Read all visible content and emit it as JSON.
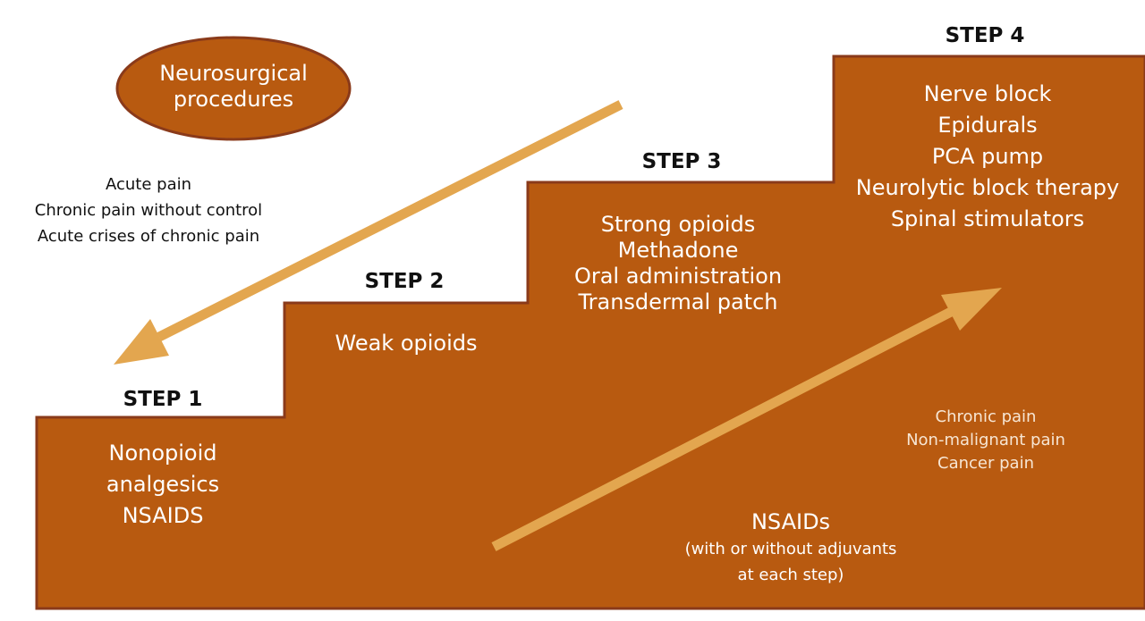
{
  "colors": {
    "stair_fill": "#b85a10",
    "stair_border": "#8a3a1a",
    "arrow": "#e3a64f"
  },
  "surgery": {
    "label_line1": "Neurosurgical",
    "label_line2": "procedures"
  },
  "left_notes": [
    "Acute pain",
    "Chronic pain without control",
    "Acute crises of chronic pain"
  ],
  "steps": [
    {
      "label": "STEP 1",
      "items": [
        "Nonopioid",
        "analgesics",
        "NSAIDS"
      ]
    },
    {
      "label": "STEP 2",
      "items": [
        "Weak opioids"
      ]
    },
    {
      "label": "STEP 3",
      "items": [
        "Strong opioids",
        "Methadone",
        "Oral administration",
        "Transdermal patch"
      ]
    },
    {
      "label": "STEP 4",
      "items": [
        "Nerve block",
        "Epidurals",
        "PCA pump",
        "Neurolytic block therapy",
        "Spinal stimulators"
      ]
    }
  ],
  "right_notes": [
    "Chronic pain",
    "Non-malignant pain",
    "Cancer pain"
  ],
  "nsaids": {
    "title": "NSAIDs",
    "sub_line1": "(with or without adjuvants",
    "sub_line2": "at each step)"
  },
  "arrows": [
    {
      "name": "descending-arrow",
      "direction": "down-left"
    },
    {
      "name": "ascending-arrow",
      "direction": "up-right"
    }
  ]
}
